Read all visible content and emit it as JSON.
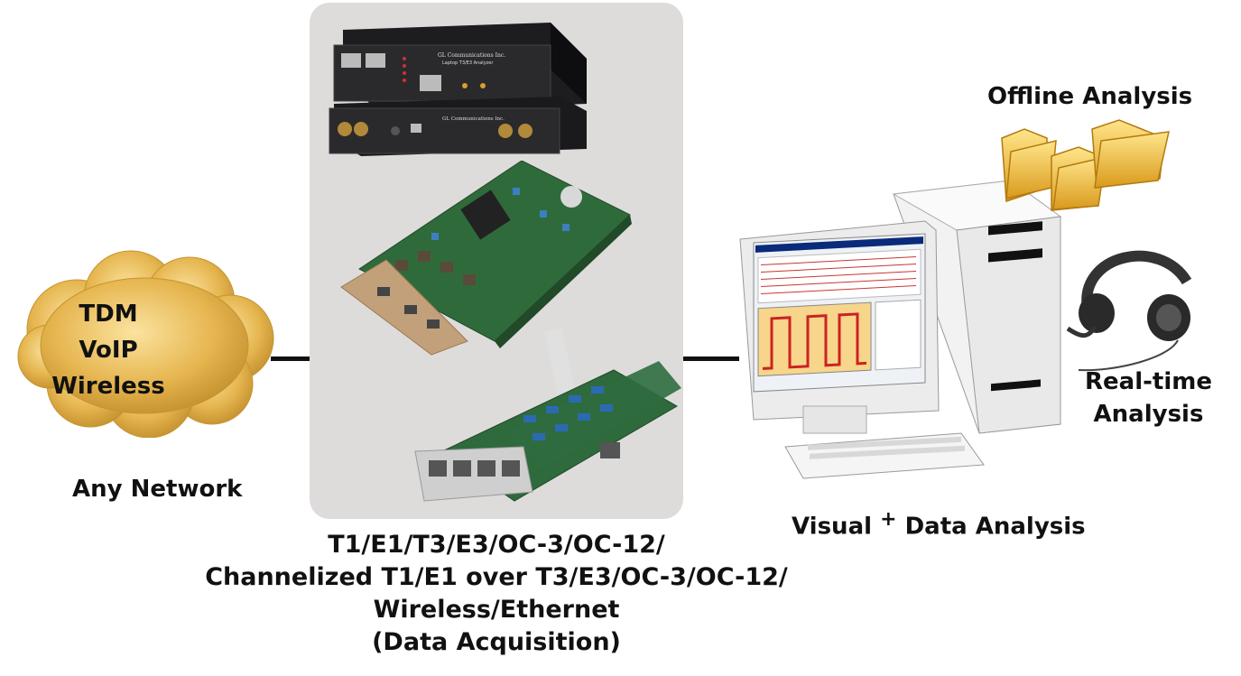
{
  "cloud": {
    "lines": [
      "TDM",
      "VoIP",
      "Wireless"
    ],
    "caption": "Any Network"
  },
  "center": {
    "caption_lines": [
      "T1/E1/T3/E3/OC-3/OC-12/",
      "Channelized T1/E1 over T3/E3/OC-3/OC-12/",
      "Wireless/Ethernet",
      "(Data Acquisition)"
    ],
    "device_top": {
      "brand": "GL Communications Inc.",
      "model": "Laptop T3/E3 Analyzer"
    }
  },
  "right": {
    "offline": "Offline Analysis",
    "realtime_lines": [
      "Real-time",
      "Analysis"
    ],
    "visual_prefix": "Visual",
    "visual_plus": "+",
    "visual_suffix": "Data Analysis"
  },
  "colors": {
    "cloud_gold": "#e3b24a",
    "panel_bg": "#dedbdb",
    "pcb_green": "#2f6b3a",
    "folder_yellow": "#f2c84b"
  },
  "icons": [
    "cloud-icon",
    "analyzer-box-icon",
    "pcie-card-icon",
    "computer-icon",
    "folder-icon",
    "headset-icon"
  ]
}
